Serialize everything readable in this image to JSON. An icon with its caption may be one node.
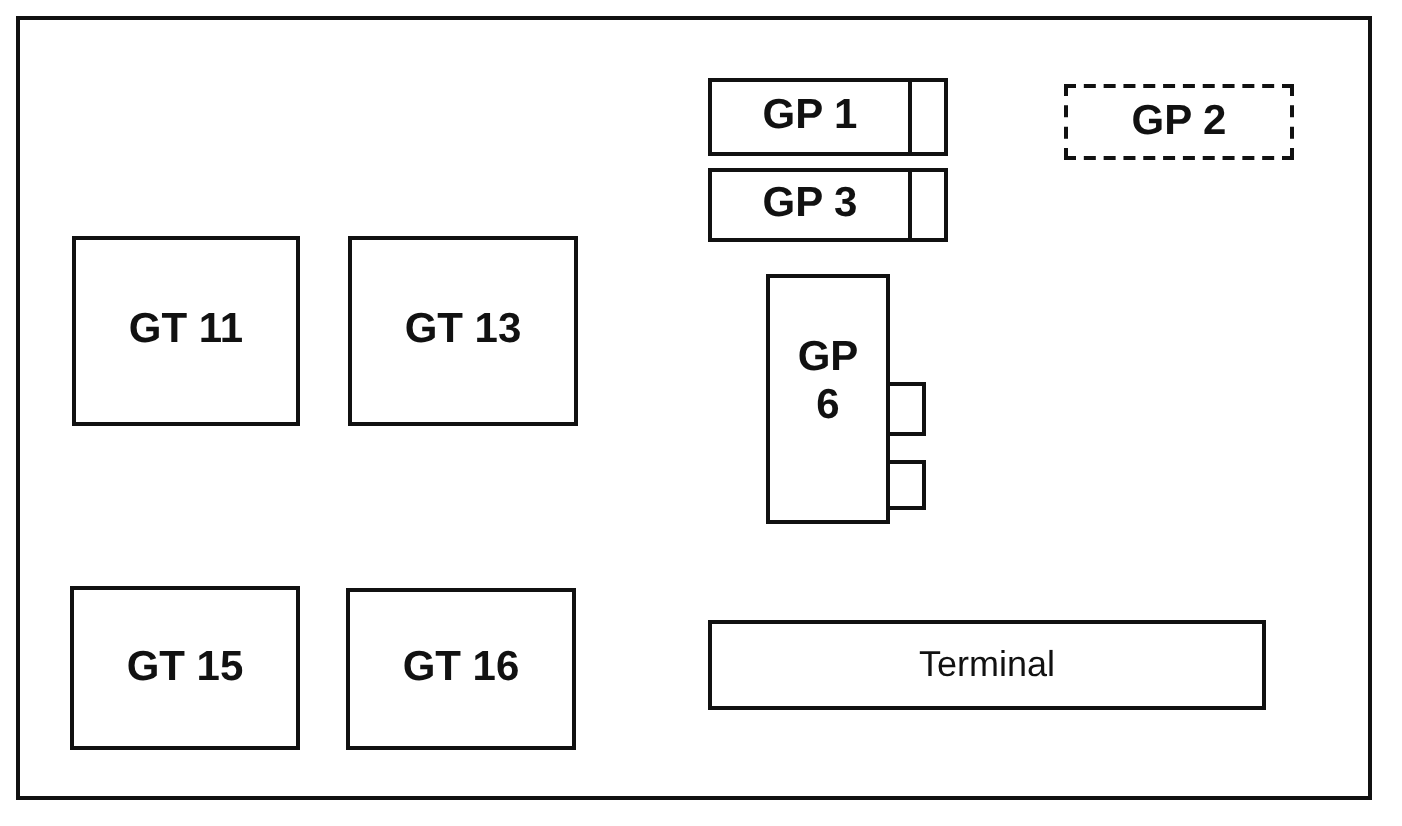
{
  "diagram": {
    "nodes": [
      {
        "text": [
          "GP 1"
        ]
      },
      {
        "text": [
          "GP 2"
        ]
      },
      {
        "text": [
          "GP 3"
        ]
      },
      {
        "text": [
          "GT 11"
        ]
      },
      {
        "text": [
          "GT 13"
        ]
      },
      {
        "text": [
          "GP 6"
        ]
      },
      {
        "text": [
          "GT 15"
        ]
      },
      {
        "text": [
          "GT 16"
        ]
      },
      {
        "text": [
          "Terminal"
        ]
      }
    ]
  }
}
